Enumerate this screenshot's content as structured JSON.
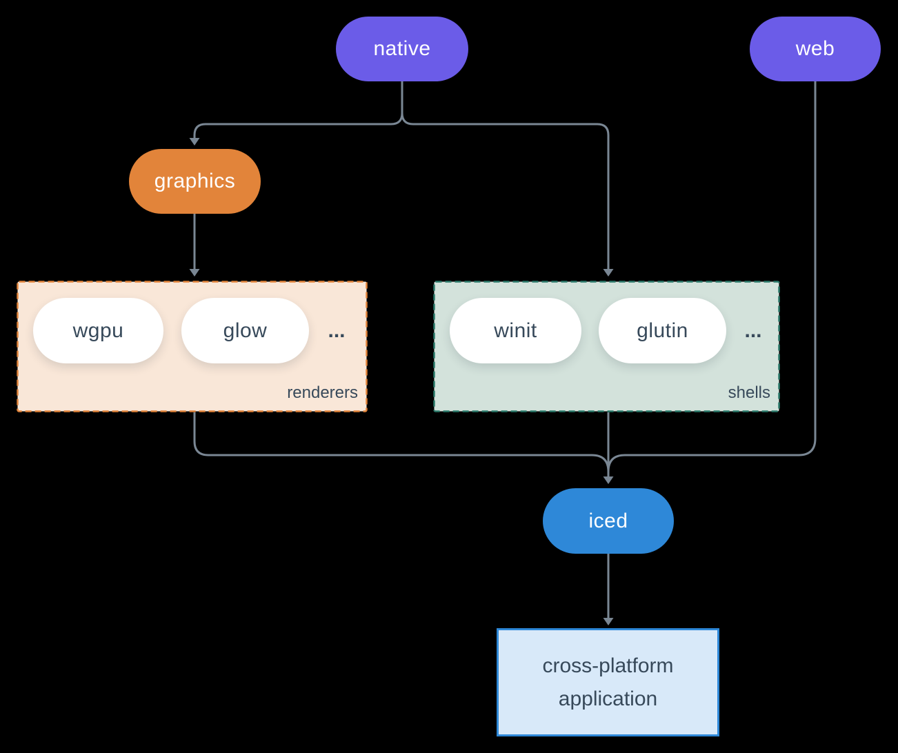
{
  "diagram": {
    "nodes": {
      "native": {
        "label": "native",
        "color": "#6b5ce8"
      },
      "web": {
        "label": "web",
        "color": "#6b5ce8"
      },
      "graphics": {
        "label": "graphics",
        "color": "#e2843a"
      },
      "iced": {
        "label": "iced",
        "color": "#2e88d8"
      },
      "application": {
        "label": "cross-platform application"
      }
    },
    "groups": {
      "renderers": {
        "label": "renderers",
        "items": [
          "wgpu",
          "glow"
        ],
        "more": "...",
        "fill": "#f9e7d8",
        "border": "#e2843a"
      },
      "shells": {
        "label": "shells",
        "items": [
          "winit",
          "glutin"
        ],
        "more": "...",
        "fill": "#d3e2db",
        "border": "#2b7a6a"
      }
    },
    "edges": [
      {
        "from": "native",
        "to": "graphics"
      },
      {
        "from": "native",
        "to": "shells"
      },
      {
        "from": "graphics",
        "to": "renderers"
      },
      {
        "from": "renderers",
        "to": "iced"
      },
      {
        "from": "shells",
        "to": "iced"
      },
      {
        "from": "web",
        "to": "iced"
      },
      {
        "from": "iced",
        "to": "application"
      }
    ],
    "colors": {
      "background": "#000000",
      "line": "#7a8794",
      "text_dark": "#37495a",
      "app_fill": "#d8e9f9",
      "app_border": "#2e88d8"
    }
  }
}
